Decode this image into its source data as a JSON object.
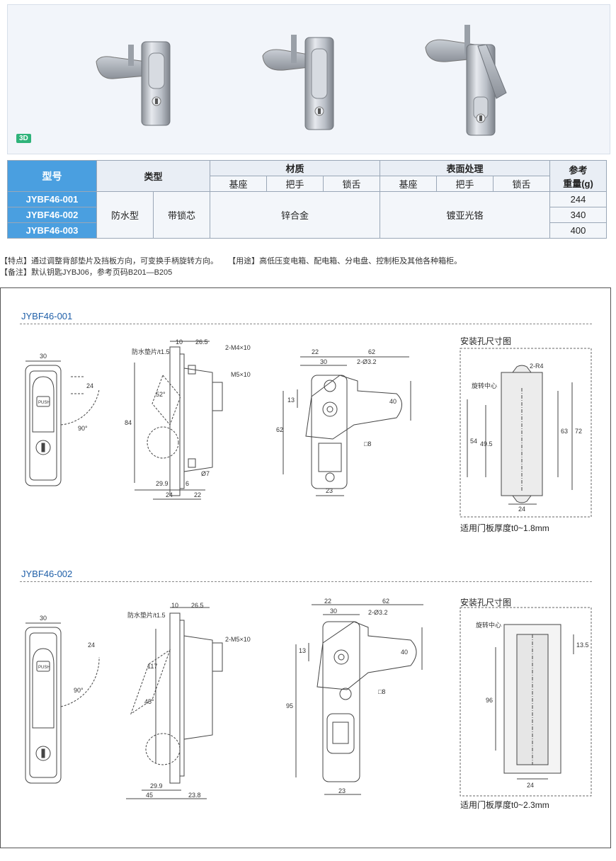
{
  "badge_3d": "3D",
  "table": {
    "headers": {
      "model": "型号",
      "type": "类型",
      "material": "材质",
      "finish": "表面处理",
      "weight_line1": "参考",
      "weight_line2": "重量(g)"
    },
    "subheaders": [
      "基座",
      "把手",
      "锁舌",
      "基座",
      "把手",
      "锁舌"
    ],
    "rows": [
      {
        "model": "JYBF46-001",
        "weight": "244"
      },
      {
        "model": "JYBF46-002",
        "weight": "340"
      },
      {
        "model": "JYBF46-003",
        "weight": "400"
      }
    ],
    "type_value1": "防水型",
    "type_value2": "带锁芯",
    "material_value": "锌合金",
    "finish_value": "镀亚光铬"
  },
  "notes": {
    "features": "【特点】通过调整背部垫片及挡板方向，可变换手柄旋转方向。",
    "usage": "【用途】高低压变电箱、配电箱、分电盘、控制柜及其他各种箱柜。",
    "remark": "【备注】默认钥匙JYBJ06，参考页码B201—B205"
  },
  "section1": {
    "title": "JYBF46-001",
    "front": {
      "dim_width": "30",
      "dim_height": "24",
      "angle": "90°",
      "push": "PUSH"
    },
    "side": {
      "gasket": "防水垫片/t1.5",
      "d10": "10",
      "d26_5": "26.5",
      "m4": "2-M4×10",
      "m5": "M5×10",
      "angle": "52°",
      "d84": "84",
      "d29_9": "29.9",
      "d6": "6",
      "d7": "Ø7",
      "d24": "24",
      "d22": "22"
    },
    "back": {
      "d22": "22",
      "d62": "62",
      "d30": "30",
      "hole": "2-Ø3.2",
      "d13": "13",
      "d40": "40",
      "d62v": "62",
      "sq8": "□8",
      "d23": "23"
    },
    "cutout": {
      "title": "安装孔尺寸图",
      "r4": "2-R4",
      "center": "旋转中心",
      "d54": "54",
      "d49_5": "49.5",
      "d63": "63",
      "d72": "72",
      "d24": "24"
    },
    "caption": "适用门板厚度t0~1.8mm"
  },
  "section2": {
    "title": "JYBF46-002",
    "front": {
      "dim_width": "30",
      "dim_height": "24",
      "angle": "90°",
      "push": "PUSH"
    },
    "side": {
      "gasket": "防水垫片/t1.5",
      "d10": "10",
      "d26_5": "26.5",
      "m5": "2-M5×10",
      "angle": "45°",
      "d117": "117",
      "d29_9": "29.9",
      "d45": "45",
      "d23_8": "23.8"
    },
    "back": {
      "d22": "22",
      "d62": "62",
      "d30": "30",
      "hole": "2-Ø3.2",
      "d13": "13",
      "d40": "40",
      "d95": "95",
      "sq8": "□8",
      "d23": "23"
    },
    "cutout": {
      "title": "安装孔尺寸图",
      "center": "旋转中心",
      "d13_5": "13.5",
      "d96": "96",
      "d24": "24"
    },
    "caption": "适用门板厚度t0~2.3mm"
  }
}
